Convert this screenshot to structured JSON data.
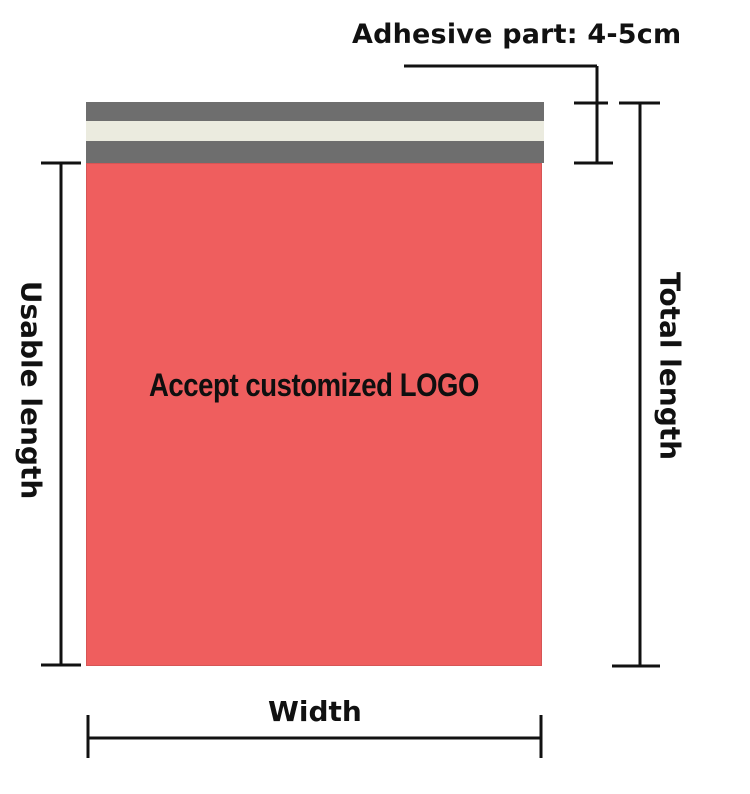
{
  "labels": {
    "adhesive": "Adhesive part: 4-5cm",
    "usable_length": "Usable length",
    "total_length": "Total length",
    "width": "Width",
    "logo": "Accept customized LOGO"
  },
  "colors": {
    "bag_red": "#ef5e5e",
    "adhesive_strip_gray": "#6e6e6e",
    "adhesive_strip_cream": "#ebebdf",
    "line": "#111111"
  }
}
